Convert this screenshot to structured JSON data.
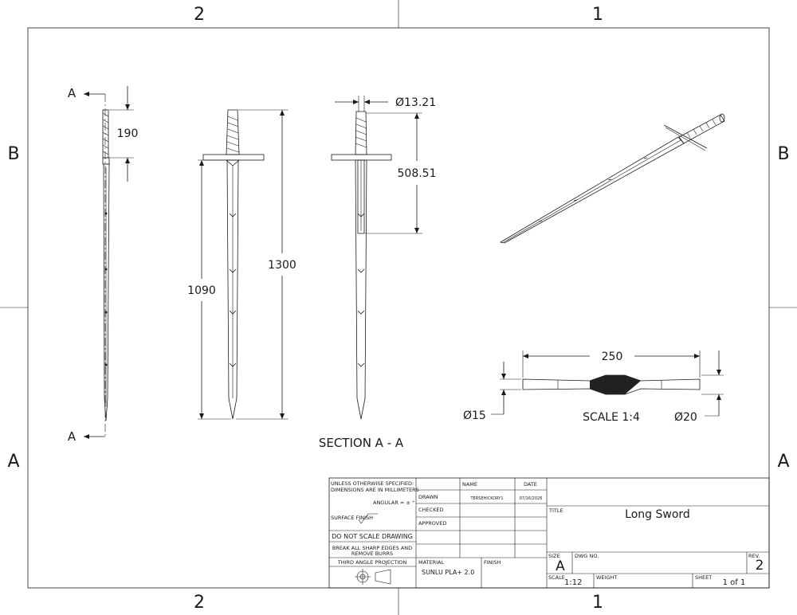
{
  "zones": {
    "top": [
      "2",
      "1"
    ],
    "bottom": [
      "2",
      "1"
    ],
    "left": [
      "B",
      "A"
    ],
    "right": [
      "B",
      "A"
    ]
  },
  "dimensions": {
    "grip_length": "190",
    "overall_length": "1300",
    "blade_length": "1090",
    "pommel_diameter": "Ø13.21",
    "tang_depth": "508.51",
    "guard_length": "250",
    "guard_end_diameter": "Ø15",
    "guard_center_diameter": "Ø20"
  },
  "labels": {
    "section_marker": "A",
    "section_title": "SECTION A - A",
    "guard_scale": "SCALE 1:4"
  },
  "title_block": {
    "notes_line1": "UNLESS OTHERWISE SPECIFIED:",
    "notes_line2": "DIMENSIONS ARE IN MILLIMETERS",
    "angular": "ANGULAR = ± °",
    "surface_finish": "SURFACE FINISH",
    "do_not_scale": "DO NOT SCALE DRAWING",
    "break_edges_1": "BREAK ALL SHARP EDGES AND",
    "break_edges_2": "REMOVE BURRS",
    "projection": "THIRD ANGLE PROJECTION",
    "col_name": "NAME",
    "col_date": "DATE",
    "row_drawn": "DRAWN",
    "row_checked": "CHECKED",
    "row_approved": "APPROVED",
    "drawn_name": "TERSEHICKORY1",
    "drawn_date": "07/16/2026",
    "material_label": "MATERIAL",
    "material_value": "SUNLU PLA+ 2.0",
    "finish_label": "FINISH",
    "title_label": "TITLE",
    "title_value": "Long Sword",
    "size_label": "SIZE",
    "size_value": "A",
    "dwg_no_label": "DWG NO.",
    "rev_label": "REV.",
    "rev_value": "2",
    "scale_label": "SCALE",
    "scale_value": "1:12",
    "weight_label": "WEIGHT",
    "sheet_label": "SHEET",
    "sheet_value": "1 of 1"
  }
}
